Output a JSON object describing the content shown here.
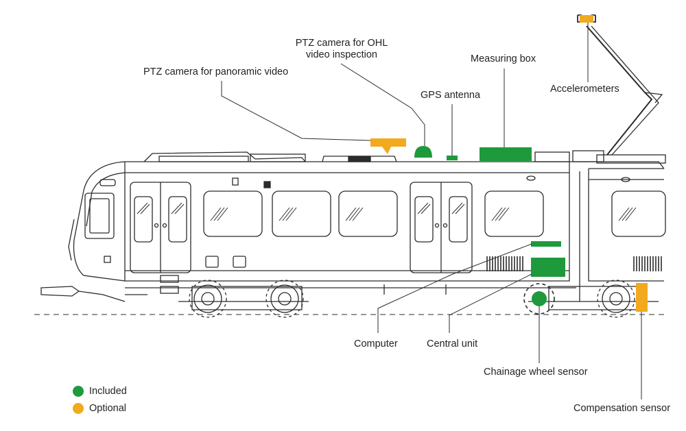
{
  "colors": {
    "included": "#1e9a3c",
    "optional": "#f2a91e",
    "line": "#2b2b2b"
  },
  "callouts": {
    "ptz_ohl_line1": "PTZ camera for OHL",
    "ptz_ohl_line2": "video inspection",
    "ptz_panoramic": "PTZ camera for panoramic video",
    "measuring_box": "Measuring box",
    "gps_antenna": "GPS antenna",
    "accelerometers": "Accelerometers",
    "computer": "Computer",
    "central_unit": "Central unit",
    "chainage_wheel_sensor": "Chainage wheel sensor",
    "compensation_sensor": "Compensation sensor"
  },
  "legend": {
    "included": "Included",
    "optional": "Optional"
  }
}
